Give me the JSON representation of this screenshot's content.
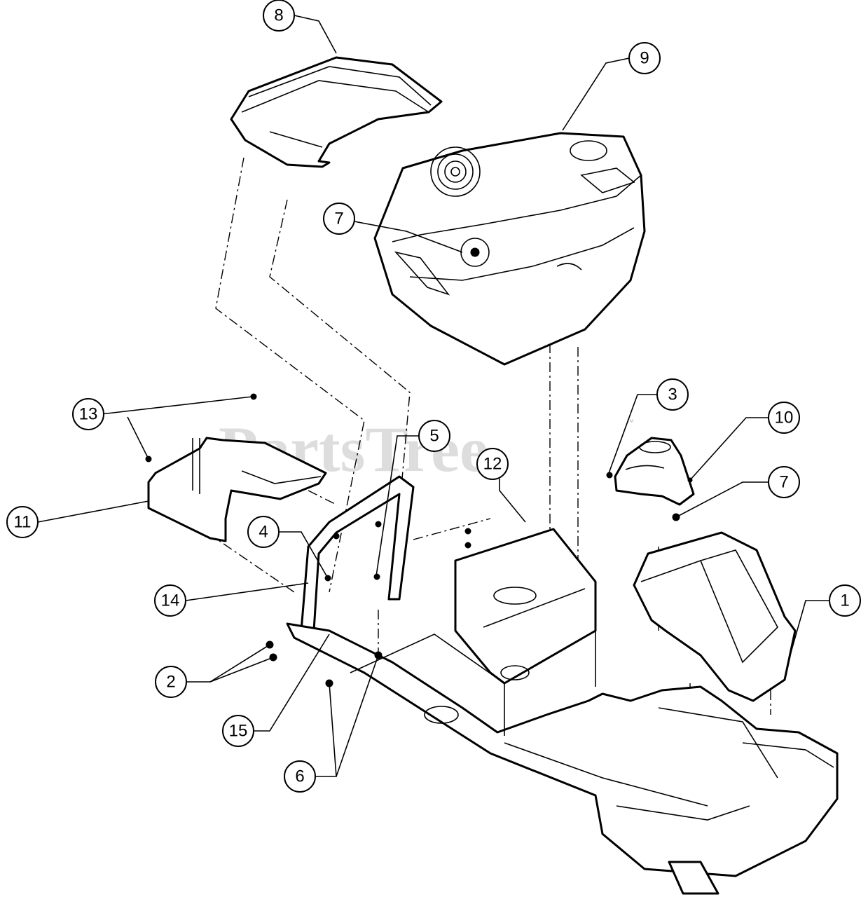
{
  "watermark": {
    "text": "PartsTree",
    "trademark": "™"
  },
  "callouts": [
    {
      "id": "c8",
      "label": "8"
    },
    {
      "id": "c9",
      "label": "9"
    },
    {
      "id": "c7a",
      "label": "7"
    },
    {
      "id": "c13",
      "label": "13"
    },
    {
      "id": "c5",
      "label": "5"
    },
    {
      "id": "c3",
      "label": "3"
    },
    {
      "id": "c10",
      "label": "10"
    },
    {
      "id": "c12",
      "label": "12"
    },
    {
      "id": "c7b",
      "label": "7"
    },
    {
      "id": "c11",
      "label": "11"
    },
    {
      "id": "c4",
      "label": "4"
    },
    {
      "id": "c14",
      "label": "14"
    },
    {
      "id": "c1",
      "label": "1"
    },
    {
      "id": "c2",
      "label": "2"
    },
    {
      "id": "c15",
      "label": "15"
    },
    {
      "id": "c6",
      "label": "6"
    }
  ]
}
